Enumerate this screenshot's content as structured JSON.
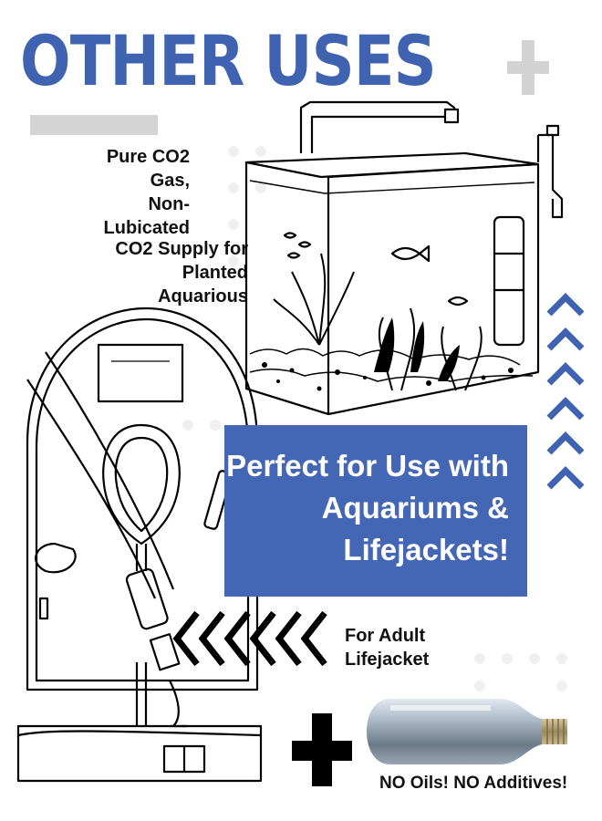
{
  "headline": {
    "text": "OTHER USES",
    "color": "#3f63b0"
  },
  "labels": {
    "gas": [
      "Pure CO2 Gas,",
      "Non-Lubicated"
    ],
    "supply": [
      "CO2  Supply for",
      "Planted Aquarious"
    ],
    "lifejacket": [
      "For Adult",
      "Lifejacket"
    ],
    "no_oils": "NO Oils! NO Additives!"
  },
  "banner": {
    "lines": [
      "Perfect for Use with",
      "Aquariums &",
      "Lifejackets!"
    ],
    "color": "#4467b5"
  },
  "colors": {
    "accent_blue": "#3f63b0",
    "cross_gray": "#d3d3d3",
    "cross_black": "#000000"
  },
  "icons": [
    "plus-icon",
    "chevron-up-icon",
    "chevron-left-icon",
    "aquarium-illustration",
    "lifejacket-illustration",
    "co2-cartridge"
  ]
}
